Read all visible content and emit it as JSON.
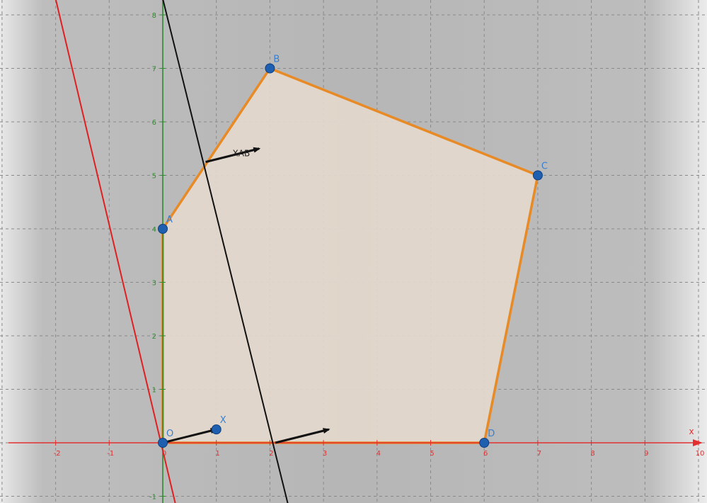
{
  "axes": {
    "x_name": "x",
    "x_range": [
      -3,
      10
    ],
    "y_range": [
      -1,
      8
    ],
    "x_ticks": [
      "-2",
      "-1",
      "0",
      "1",
      "2",
      "3",
      "4",
      "5",
      "6",
      "7",
      "8",
      "9",
      "10"
    ],
    "y_ticks": [
      "-1",
      "0",
      "1",
      "2",
      "3",
      "4",
      "5",
      "6",
      "7",
      "8"
    ],
    "x_color": "#e23030",
    "y_color": "#2e8b2e"
  },
  "points": [
    {
      "label": "O",
      "x": 0,
      "y": 0
    },
    {
      "label": "A",
      "x": 0,
      "y": 4
    },
    {
      "label": "B",
      "x": 2,
      "y": 7
    },
    {
      "label": "C",
      "x": 7,
      "y": 5
    },
    {
      "label": "D",
      "x": 6,
      "y": 0
    },
    {
      "label": "X",
      "x": 1,
      "y": 0.25
    }
  ],
  "polygon": {
    "vertices": [
      "O",
      "A",
      "B",
      "C",
      "D"
    ],
    "fill": "#e3d8cc",
    "stroke": "#e88a26"
  },
  "lines": [
    {
      "name": "red-line",
      "color": "#e02020",
      "p1": [
        -2,
        8.3
      ],
      "p2": [
        0.25,
        -1.2
      ]
    },
    {
      "name": "black-line",
      "color": "#111111",
      "p1": [
        0,
        8.3
      ],
      "p2": [
        2.35,
        -1.2
      ]
    }
  ],
  "vectors": [
    {
      "name": "vector-ox",
      "from": [
        0,
        0
      ],
      "to": [
        1,
        0.25
      ],
      "label": ""
    },
    {
      "name": "vector-on-x-axis",
      "from": [
        2.1,
        0
      ],
      "to": [
        3.1,
        0.25
      ],
      "label": ""
    },
    {
      "name": "vector-xab",
      "from": [
        0.8,
        5.25
      ],
      "to": [
        1.8,
        5.5
      ],
      "label": "XAB"
    }
  ],
  "colors": {
    "point": "#1f5fb0",
    "grid": "#8a8a8a",
    "background": "#b8b8b8"
  }
}
